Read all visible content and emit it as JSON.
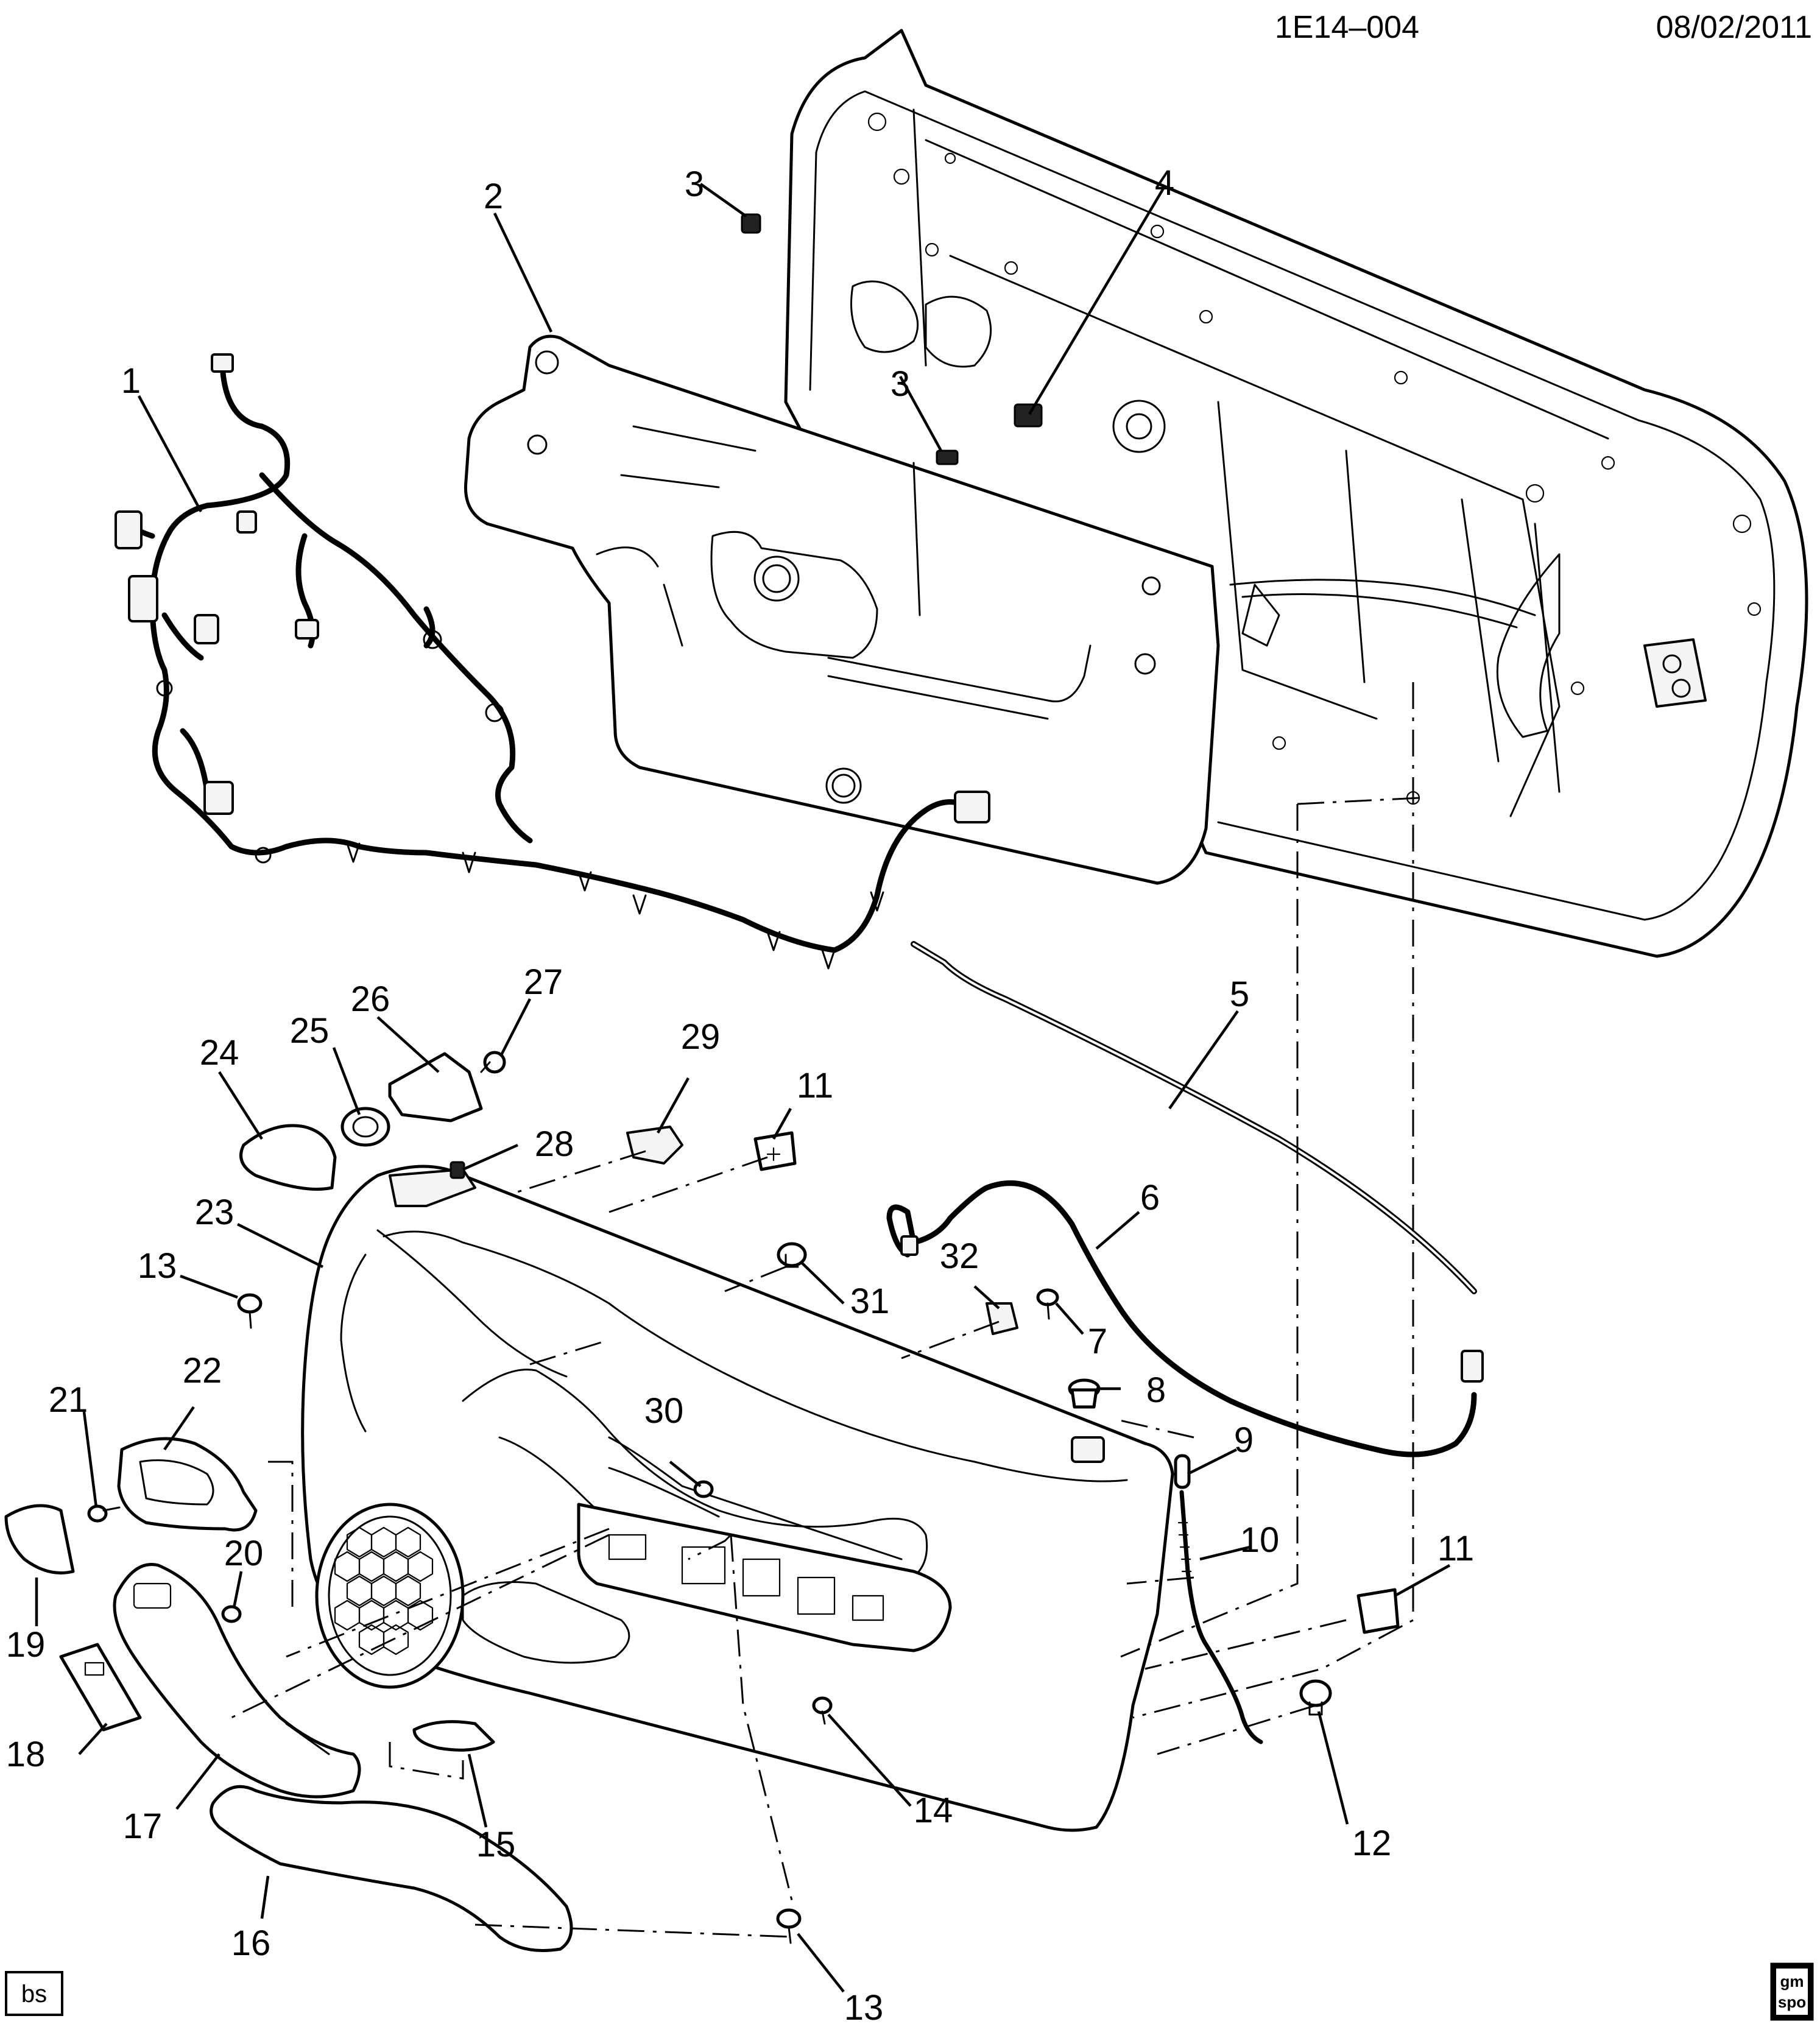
{
  "header": {
    "ref": "1E14–004",
    "date": "08/02/2011"
  },
  "corner": {
    "left_badge": "bs",
    "logo_line1": "gm",
    "logo_line2": "spo"
  },
  "callouts": [
    {
      "id": "c1",
      "label": "1"
    },
    {
      "id": "c2",
      "label": "2"
    },
    {
      "id": "c3a",
      "label": "3"
    },
    {
      "id": "c3b",
      "label": "3"
    },
    {
      "id": "c4",
      "label": "4"
    },
    {
      "id": "c5",
      "label": "5"
    },
    {
      "id": "c6",
      "label": "6"
    },
    {
      "id": "c7",
      "label": "7"
    },
    {
      "id": "c8",
      "label": "8"
    },
    {
      "id": "c9",
      "label": "9"
    },
    {
      "id": "c10",
      "label": "10"
    },
    {
      "id": "c11a",
      "label": "11"
    },
    {
      "id": "c11b",
      "label": "11"
    },
    {
      "id": "c12",
      "label": "12"
    },
    {
      "id": "c13a",
      "label": "13"
    },
    {
      "id": "c13b",
      "label": "13"
    },
    {
      "id": "c14",
      "label": "14"
    },
    {
      "id": "c15",
      "label": "15"
    },
    {
      "id": "c16",
      "label": "16"
    },
    {
      "id": "c17",
      "label": "17"
    },
    {
      "id": "c18",
      "label": "18"
    },
    {
      "id": "c19",
      "label": "19"
    },
    {
      "id": "c20",
      "label": "20"
    },
    {
      "id": "c21",
      "label": "21"
    },
    {
      "id": "c22",
      "label": "22"
    },
    {
      "id": "c23",
      "label": "23"
    },
    {
      "id": "c24",
      "label": "24"
    },
    {
      "id": "c25",
      "label": "25"
    },
    {
      "id": "c26",
      "label": "26"
    },
    {
      "id": "c27",
      "label": "27"
    },
    {
      "id": "c28",
      "label": "28"
    },
    {
      "id": "c29",
      "label": "29"
    },
    {
      "id": "c30",
      "label": "30"
    },
    {
      "id": "c31",
      "label": "31"
    },
    {
      "id": "c32",
      "label": "32"
    }
  ]
}
